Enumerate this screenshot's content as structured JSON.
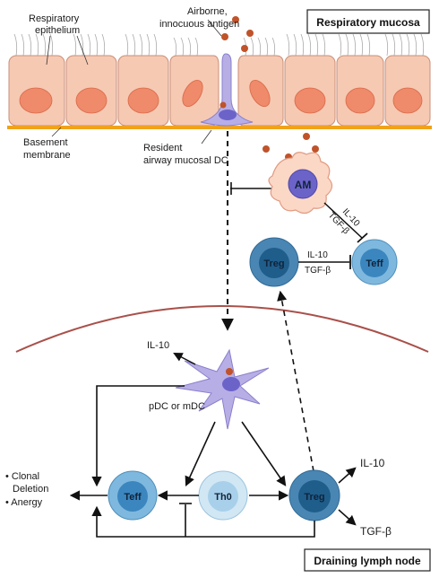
{
  "labels": {
    "respiratory_epithelium_1": "Respiratory",
    "respiratory_epithelium_2": "epithelium",
    "antigen_1": "Airborne,",
    "antigen_2": "innocuous antigen",
    "basement_1": "Basement",
    "basement_2": "membrane",
    "resident_dc_1": "Resident",
    "resident_dc_2": "airway mucosal DC",
    "il10": "IL-10",
    "tgfb": "TGF-β",
    "pdc_mdc": "pDC or mDC",
    "clonal_1": "• Clonal",
    "clonal_2": "Deletion",
    "clonal_3": "• Anergy"
  },
  "boxes": {
    "respiratory_mucosa": "Respiratory mucosa",
    "draining_lymph_node": "Draining lymph node"
  },
  "cells": {
    "am": "AM",
    "treg": "Treg",
    "teff": "Teff",
    "th0": "Th0"
  },
  "colors": {
    "epithelium": "#f6c9b3",
    "nucleus": "#ef8a6a",
    "membrane": "#f0a21a",
    "dc": "#b7aee6",
    "dc_nucleus": "#6c63c9",
    "antigen": "#c0532a",
    "treg_outer": "#4a86b3",
    "treg_inner": "#1f5d8b",
    "teff_outer": "#7fb8de",
    "teff_inner": "#3b86be",
    "th0_outer": "#d1e7f4",
    "th0_inner": "#a8d0ea",
    "lymph_line": "#a9504a"
  }
}
